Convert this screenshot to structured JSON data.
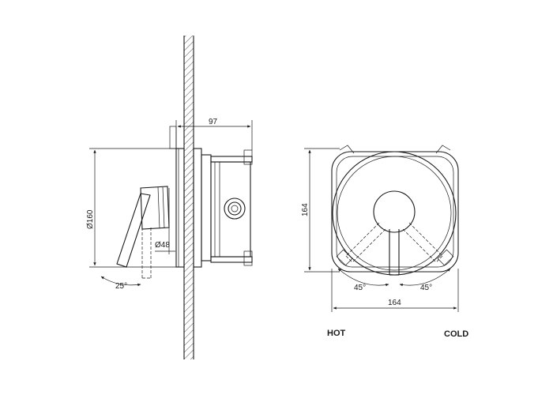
{
  "side_view": {
    "dim_depth": "97",
    "dim_diameter": "Ø160",
    "dim_lever": "Ø48",
    "dim_angle": "25°"
  },
  "front_view": {
    "dim_height": "164",
    "dim_width": "164",
    "dim_angle_left": "45°",
    "dim_angle_right": "45°"
  },
  "labels": {
    "hot": "HOT",
    "cold": "COLD"
  }
}
